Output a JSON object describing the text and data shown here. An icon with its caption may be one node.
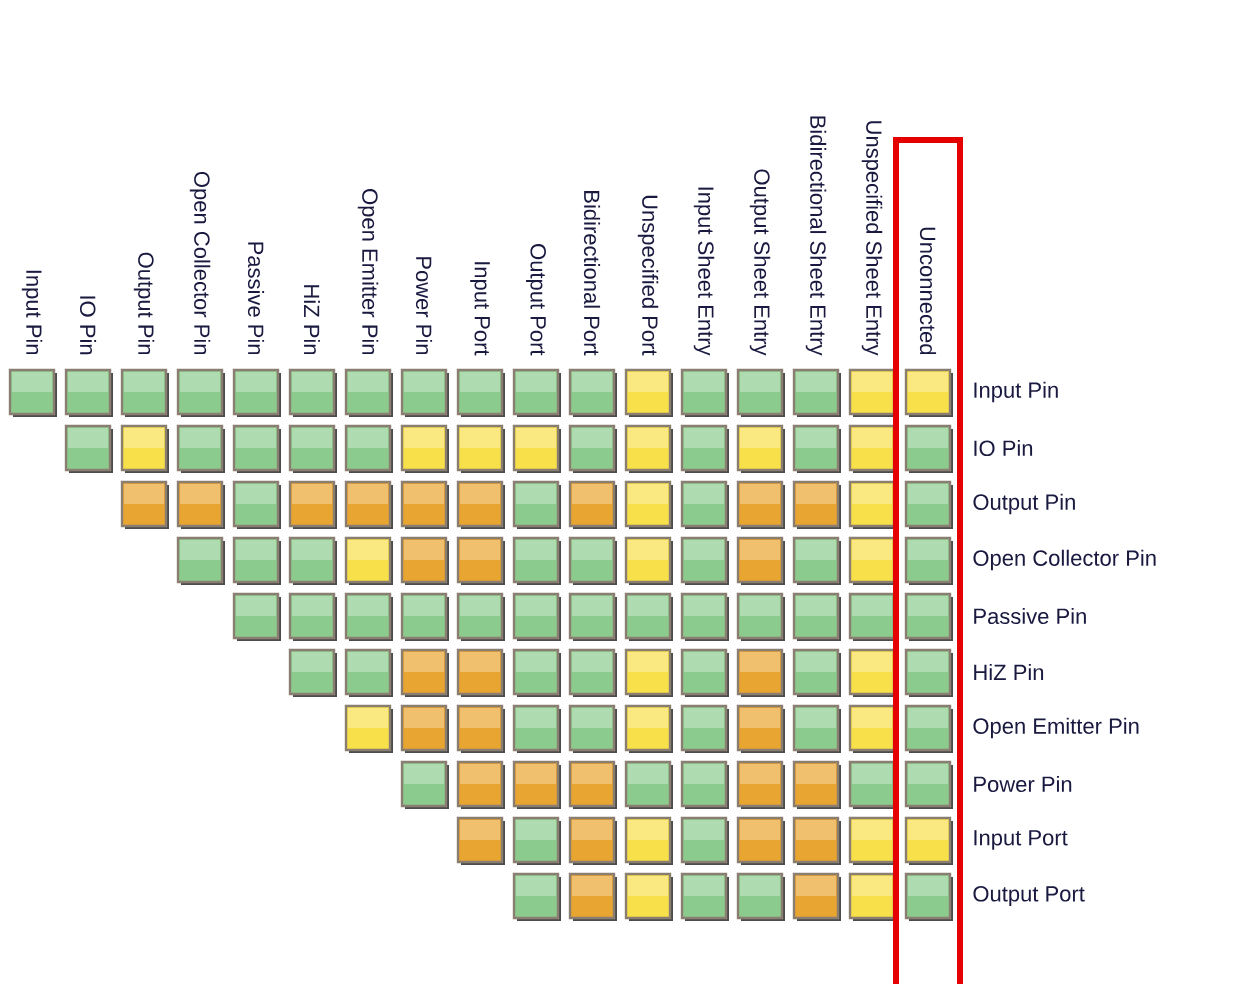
{
  "diagram": {
    "labels": [
      "Input Pin",
      "IO Pin",
      "Output Pin",
      "Open Collector Pin",
      "Passive Pin",
      "HiZ Pin",
      "Open Emitter Pin",
      "Power Pin",
      "Input Port",
      "Output Port",
      "Bidirectional Port",
      "Unspecified Port",
      "Input Sheet Entry",
      "Output Sheet Entry",
      "Bidirectional Sheet Entry",
      "Unspecified Sheet Entry",
      "Unconnected",
      "Input Pin",
      "IO Pin",
      "Output Pin",
      "Open Collector Pin",
      "Passive Pin",
      "HiZ Pin",
      "Open Emitter Pin",
      "Power Pin",
      "Input Port",
      "Output Port"
    ]
  }
}
